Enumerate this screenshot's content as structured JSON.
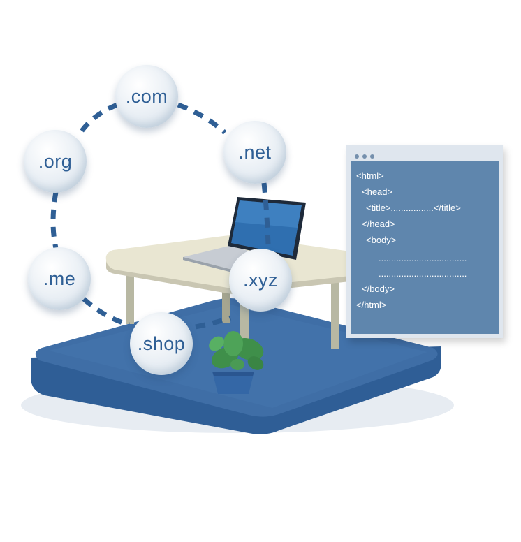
{
  "domains": {
    "com": ".com",
    "net": ".net",
    "org": ".org",
    "me": ".me",
    "shop": ".shop",
    "xyz": ".xyz"
  },
  "code": {
    "line1": "<html>",
    "line2": "<head>",
    "line3": "<title>.................</title>",
    "line4": "</head>",
    "line5": "<body>",
    "line6": "...................................",
    "line7": "...................................",
    "line8": "</body>",
    "line9": "</html>"
  },
  "colors": {
    "platform": "#3f6ea6",
    "code_bg": "#5f86ad",
    "bubble_text": "#2f5f95",
    "dash": "#2f5f95"
  }
}
